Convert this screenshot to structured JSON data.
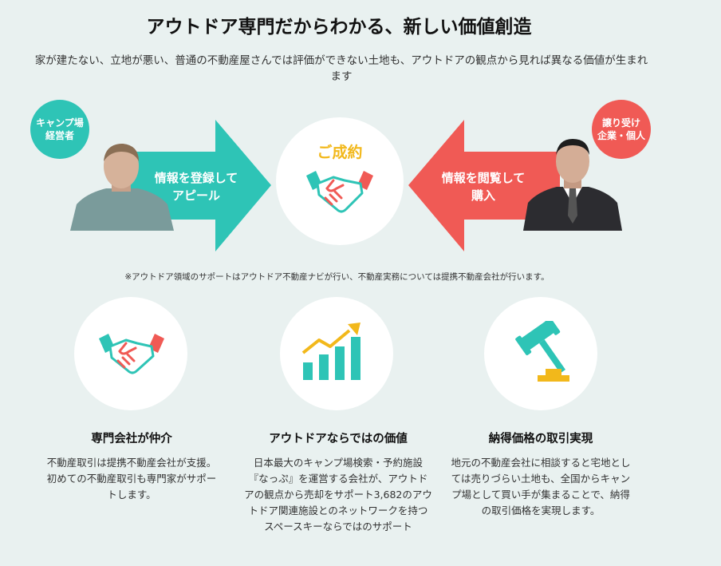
{
  "header": {
    "title": "アウトドア専門だからわかる、新しい価値創造",
    "lead": "家が建たない、立地が悪い、普通の不動産屋さんでは評価ができない土地も、アウトドアの観点から見れば異なる価値が生まれます"
  },
  "flow": {
    "left_badge": "キャンプ場\n経営者",
    "left_arrow_text": "情報を登録して\nアピール",
    "center_label": "ご成約",
    "right_arrow_text": "情報を閲覧して\n購入",
    "right_badge": "譲り受け\n企業・個人"
  },
  "note": "※アウトドア領域のサポートはアウトドア不動産ナビが行い、不動産実務については提携不動産会社が行います。",
  "features": [
    {
      "icon": "handshake-icon",
      "title": "専門会社が仲介",
      "desc": "不動産取引は提携不動産会社が支援。初めての不動産取引も専門家がサポートします。"
    },
    {
      "icon": "growth-chart-icon",
      "title": "アウトドアならではの価値",
      "desc": "日本最大のキャンプ場検索・予約施設『なっぷ』を運営する会社が、アウトドアの観点から売却をサポート3,682のアウトドア関連施設とのネットワークを持つスペースキーならではのサポート"
    },
    {
      "icon": "gavel-icon",
      "title": "納得価格の取引実現",
      "desc": "地元の不動産会社に相談すると宅地としては売りづらい土地も、全国からキャンプ場として買い手が集まることで、納得の取引価格を実現します。"
    }
  ],
  "colors": {
    "teal": "#2ec4b6",
    "coral": "#f05a55",
    "gold": "#f2b81b",
    "background": "#e9f1f0"
  }
}
